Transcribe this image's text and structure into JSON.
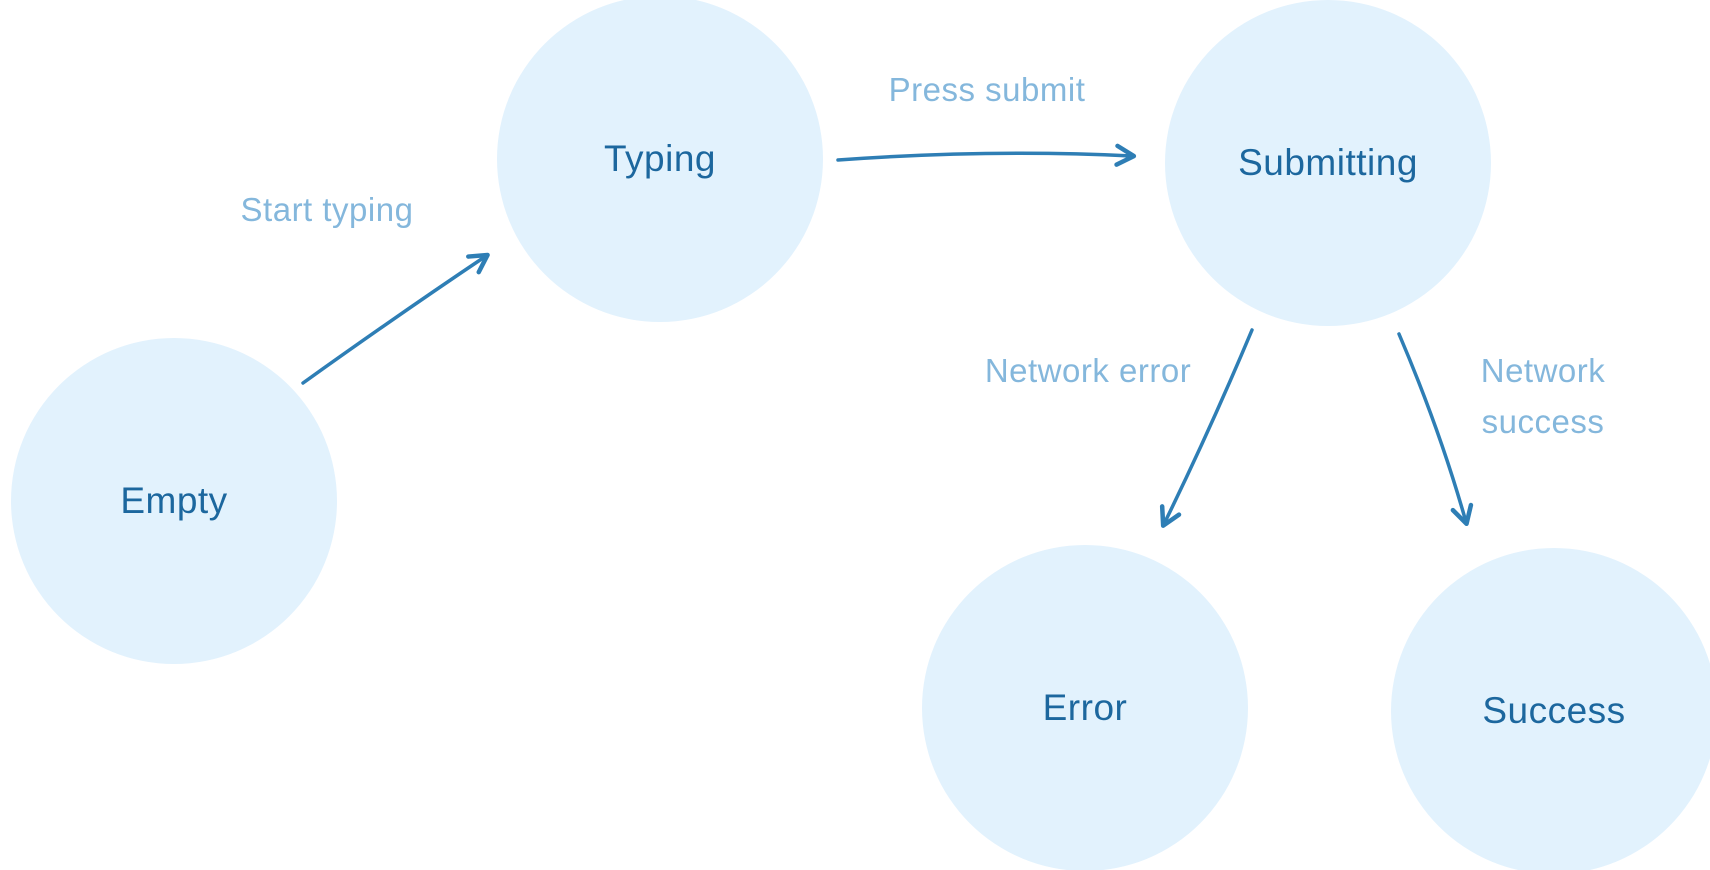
{
  "diagram": {
    "type": "state-machine",
    "colors": {
      "node_fill": "#e2f2fd",
      "node_text": "#1c679e",
      "arrow": "#2e7eb5",
      "edge_label": "#84b7dc",
      "background": "#ffffff"
    },
    "nodes": [
      {
        "id": "empty",
        "label": "Empty"
      },
      {
        "id": "typing",
        "label": "Typing"
      },
      {
        "id": "submitting",
        "label": "Submitting"
      },
      {
        "id": "error",
        "label": "Error"
      },
      {
        "id": "success",
        "label": "Success"
      }
    ],
    "edges": [
      {
        "from": "empty",
        "to": "typing",
        "label": "Start typing"
      },
      {
        "from": "typing",
        "to": "submitting",
        "label": "Press submit"
      },
      {
        "from": "submitting",
        "to": "error",
        "label": "Network error"
      },
      {
        "from": "submitting",
        "to": "success",
        "label": "Network success"
      }
    ]
  }
}
